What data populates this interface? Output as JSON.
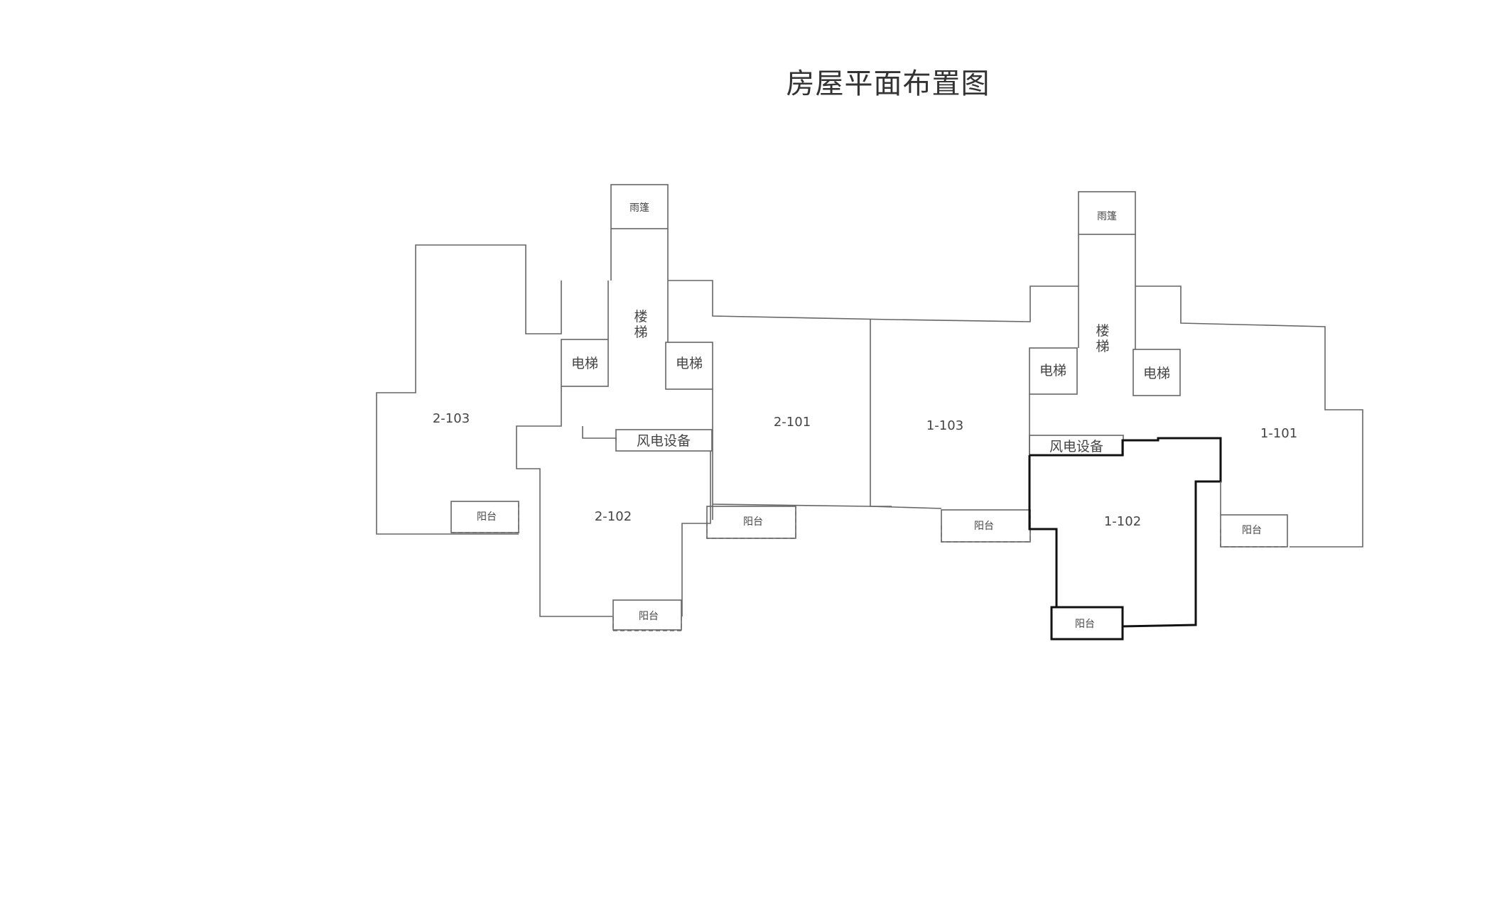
{
  "title": "房屋平面布置图",
  "units": [
    "2-103",
    "2-102",
    "2-101",
    "1-103",
    "1-102",
    "1-101"
  ],
  "labels": {
    "canopy": "雨篷",
    "stairs_top": "楼",
    "stairs_bottom": "梯",
    "elevator": "电梯",
    "wind_equipment": "风电设备",
    "balcony": "阳台"
  }
}
